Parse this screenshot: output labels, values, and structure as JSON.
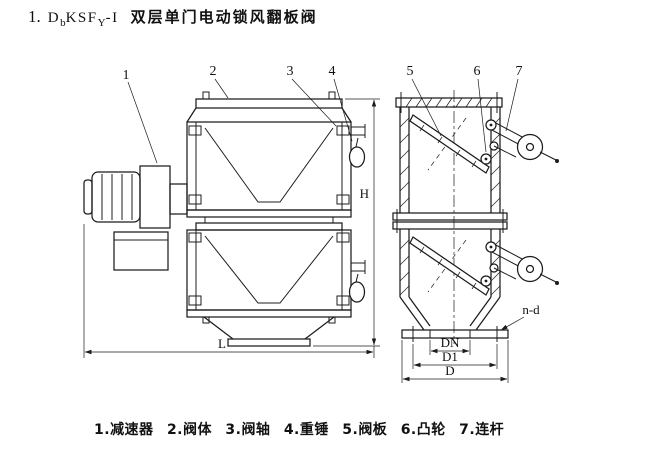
{
  "title": {
    "index": "1.",
    "model": {
      "base1": "D",
      "sub1": "b",
      "base2": "KSF",
      "sub2": "Y",
      "suffix": "-I"
    },
    "name": "双层单门电动锁风翻板阀"
  },
  "callouts": {
    "c1": "1",
    "c2": "2",
    "c3": "3",
    "c4": "4",
    "c5": "5",
    "c6": "6",
    "c7": "7"
  },
  "dimensions": {
    "height": "H",
    "length": "L",
    "outlet": "DN",
    "bolt_circle": "D1",
    "flange": "D",
    "holes": "n-d"
  },
  "legend": {
    "items": [
      {
        "num": "1.",
        "name": "减速器"
      },
      {
        "num": "2.",
        "name": "阀体"
      },
      {
        "num": "3.",
        "name": "阀轴"
      },
      {
        "num": "4.",
        "name": "重锤"
      },
      {
        "num": "5.",
        "name": "阀板"
      },
      {
        "num": "6.",
        "name": "凸轮"
      },
      {
        "num": "7.",
        "name": "连杆"
      }
    ]
  },
  "colors": {
    "line": "#1c1c1c",
    "background": "#ffffff"
  }
}
